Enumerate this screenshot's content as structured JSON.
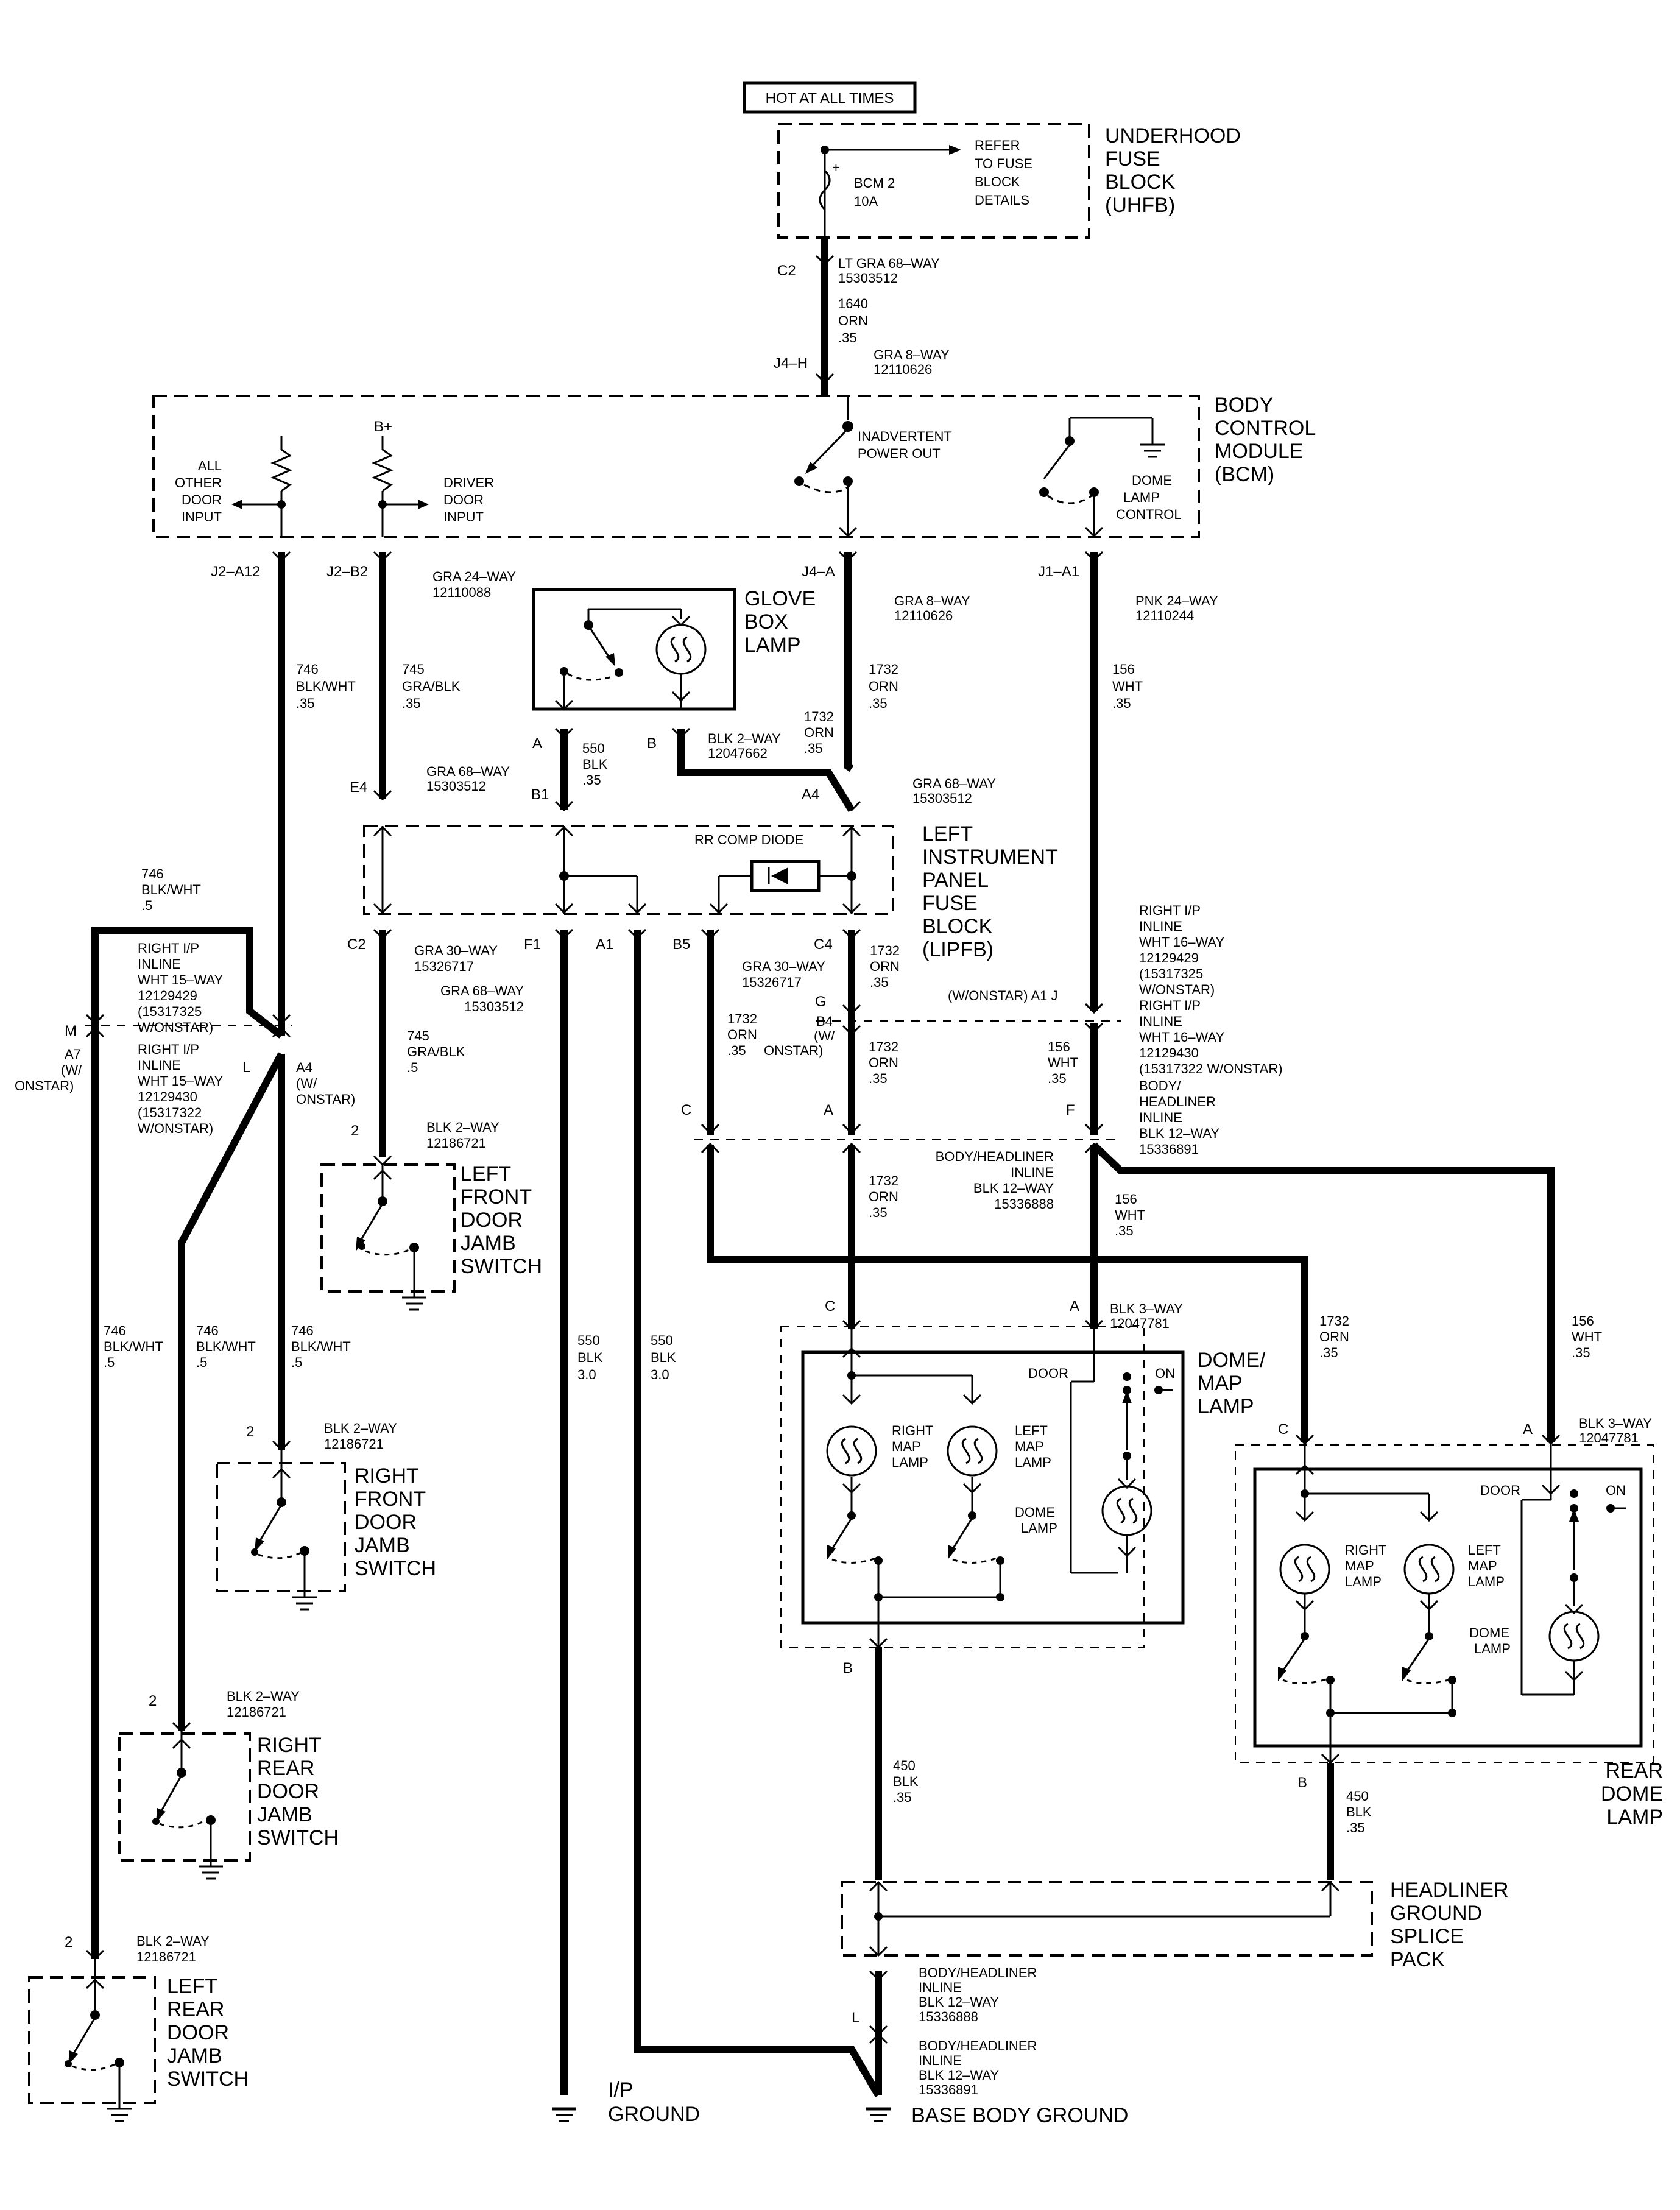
{
  "power": {
    "hot_label": "HOT AT ALL TIMES"
  },
  "uhfb": {
    "name": [
      "UNDERHOOD",
      "FUSE",
      "BLOCK",
      "(UHFB)"
    ],
    "fuse": [
      "BCM 2",
      "10A"
    ],
    "refer": [
      "REFER",
      "TO FUSE",
      "BLOCK",
      "DETAILS"
    ],
    "conn_id": "C2",
    "conn_desc": [
      "LT GRA 68–WAY",
      "15303512"
    ]
  },
  "wire_1640": [
    "1640",
    "ORN",
    ".35"
  ],
  "bcm": {
    "name": [
      "BODY",
      "CONTROL",
      "MODULE",
      "(BCM)"
    ],
    "j4h": "J4–H",
    "j4h_conn": [
      "GRA 8–WAY",
      "12110626"
    ],
    "bplus": "B+",
    "all_other": [
      "ALL",
      "OTHER",
      "DOOR",
      "INPUT"
    ],
    "driver": [
      "DRIVER",
      "DOOR",
      "INPUT"
    ],
    "inadvertent": [
      "INADVERTENT",
      "POWER OUT"
    ],
    "dome_control": [
      "DOME",
      "LAMP",
      "CONTROL"
    ],
    "j2a12": "J2–A12",
    "j2b2": "J2–B2",
    "j2_conn": [
      "GRA 24–WAY",
      "12110088"
    ],
    "j4a": "J4–A",
    "j4a_conn": [
      "GRA 8–WAY",
      "12110626"
    ],
    "j1a1": "J1–A1",
    "j1_conn": [
      "PNK 24–WAY",
      "12110244"
    ]
  },
  "wires": {
    "w746": [
      "746",
      "BLK/WHT",
      ".35"
    ],
    "w745": [
      "745",
      "GRA/BLK",
      ".35"
    ],
    "w1732": [
      "1732",
      "ORN",
      ".35"
    ],
    "w156": [
      "156",
      "WHT",
      ".35"
    ],
    "w550s": [
      "550",
      "BLK",
      ".35"
    ],
    "w1732b": [
      "1732",
      "ORN",
      ".35"
    ],
    "w746l": [
      "746",
      "BLK/WHT",
      ".5"
    ],
    "w745l": [
      "745",
      "GRA/BLK",
      ".5"
    ],
    "w550a": [
      "550",
      "BLK",
      "3.0"
    ],
    "w550b": [
      "550",
      "BLK",
      "3.0"
    ],
    "w746a": [
      "746",
      "BLK/WHT",
      ".5"
    ],
    "w746b": [
      "746",
      "BLK/WHT",
      ".5"
    ],
    "w746c": [
      "746",
      "BLK/WHT",
      ".5"
    ],
    "w1732c": [
      "1732",
      "ORN",
      ".35"
    ],
    "w1732d": [
      "1732",
      "ORN",
      ".35"
    ],
    "w1732e": [
      "1732",
      "ORN",
      ".35"
    ],
    "w1732f": [
      "1732",
      "ORN",
      ".35"
    ],
    "w1732g": [
      "1732",
      "ORN",
      ".35"
    ],
    "w156b": [
      "156",
      "WHT",
      ".35"
    ],
    "w156c": [
      "156",
      "WHT",
      ".35"
    ],
    "w156d": [
      "156",
      "WHT",
      ".35"
    ],
    "w450a": [
      "450",
      "BLK",
      ".35"
    ],
    "w450b": [
      "450",
      "BLK",
      ".35"
    ]
  },
  "glovebox": {
    "name": [
      "GLOVE",
      "BOX",
      "LAMP"
    ],
    "pin_a": "A",
    "pin_b": "B",
    "conn": [
      "BLK 2–WAY",
      "12047662"
    ]
  },
  "lipfb": {
    "name": [
      "LEFT",
      "INSTRUMENT",
      "PANEL",
      "FUSE",
      "BLOCK",
      "(LIPFB)"
    ],
    "diode": "RR COMP DIODE",
    "e4": "E4",
    "e4_conn": [
      "GRA 68–WAY",
      "15303512"
    ],
    "b1": "B1",
    "a4": "A4",
    "a4_conn": [
      "GRA 68–WAY",
      "15303512"
    ],
    "c2": "C2",
    "c2_conn": [
      "GRA 30–WAY",
      "15326717"
    ],
    "f1": "F1",
    "f1_conn": [
      "GRA 68–WAY",
      "15303512"
    ],
    "a1": "A1",
    "b5": "B5",
    "b5_conn": [
      "GRA 30–WAY",
      "15326717"
    ],
    "c4": "C4"
  },
  "inline_ip": {
    "upper": [
      "RIGHT I/P",
      "INLINE",
      "WHT 15–WAY",
      "12129429",
      "(15317325",
      "W/ONSTAR)"
    ],
    "lower": [
      "RIGHT I/P",
      "INLINE",
      "WHT 15–WAY",
      "12129430",
      "(15317322",
      "W/ONSTAR)"
    ],
    "m": "M",
    "a7": [
      "A7",
      "(W/",
      "ONSTAR)"
    ],
    "l": "L",
    "a4": [
      "A4",
      "(W/",
      "ONSTAR)"
    ],
    "r_upper": [
      "RIGHT I/P",
      "INLINE",
      "WHT 16–WAY",
      "12129429",
      "(15317325",
      "W/ONSTAR)"
    ],
    "r_lower": [
      "RIGHT I/P",
      "INLINE",
      "WHT 16–WAY",
      "12129430",
      "(15317322 W/ONSTAR)"
    ],
    "onstar_a1j": "(W/ONSTAR) A1  J",
    "b4": [
      "B4",
      "(W/",
      "ONSTAR)"
    ],
    "g": "G"
  },
  "body_headliner": {
    "right": [
      "BODY/",
      "HEADLINER",
      "INLINE",
      "BLK 12–WAY",
      "15336891"
    ],
    "middle": [
      "BODY/HEADLINER",
      "INLINE",
      "BLK 12–WAY",
      "15336888"
    ],
    "c": "C",
    "a": "A",
    "f": "F"
  },
  "switches": {
    "lf": {
      "pin": "2",
      "conn": [
        "BLK 2–WAY",
        "12186721"
      ],
      "name": [
        "LEFT",
        "FRONT",
        "DOOR",
        "JAMB",
        "SWITCH"
      ]
    },
    "rf": {
      "pin": "2",
      "conn": [
        "BLK 2–WAY",
        "12186721"
      ],
      "name": [
        "RIGHT",
        "FRONT",
        "DOOR",
        "JAMB",
        "SWITCH"
      ]
    },
    "rr": {
      "pin": "2",
      "conn": [
        "BLK 2–WAY",
        "12186721"
      ],
      "name": [
        "RIGHT",
        "REAR",
        "DOOR",
        "JAMB",
        "SWITCH"
      ]
    },
    "lr": {
      "pin": "2",
      "conn": [
        "BLK 2–WAY",
        "12186721"
      ],
      "name": [
        "LEFT",
        "REAR",
        "DOOR",
        "JAMB",
        "SWITCH"
      ]
    }
  },
  "dome_map": {
    "name": [
      "DOME/",
      "MAP",
      "LAMP"
    ],
    "pin_c": "C",
    "pin_a": "A",
    "pin_b": "B",
    "conn": [
      "BLK 3–WAY",
      "12047781"
    ],
    "door": "DOOR",
    "on": "ON",
    "right_map": [
      "RIGHT",
      "MAP",
      "LAMP"
    ],
    "left_map": [
      "LEFT",
      "MAP",
      "LAMP"
    ],
    "dome": [
      "DOME",
      "LAMP"
    ]
  },
  "rear_dome": {
    "name": [
      "REAR",
      "DOME",
      "LAMP"
    ],
    "pin_c": "C",
    "pin_a": "A",
    "pin_b": "B",
    "conn": [
      "BLK 3–WAY",
      "12047781"
    ],
    "door": "DOOR",
    "on": "ON",
    "right_map": [
      "RIGHT",
      "MAP",
      "LAMP"
    ],
    "left_map": [
      "LEFT",
      "MAP",
      "LAMP"
    ],
    "dome": [
      "DOME",
      "LAMP"
    ]
  },
  "splice": {
    "name": [
      "HEADLINER",
      "GROUND",
      "SPLICE",
      "PACK"
    ],
    "l": "L",
    "inline1": [
      "BODY/HEADLINER",
      "INLINE",
      "BLK 12–WAY",
      "15336888"
    ],
    "inline2": [
      "BODY/HEADLINER",
      "INLINE",
      "BLK 12–WAY",
      "15336891"
    ]
  },
  "grounds": {
    "ip": [
      "I/P",
      "GROUND"
    ],
    "base": "BASE BODY GROUND"
  }
}
